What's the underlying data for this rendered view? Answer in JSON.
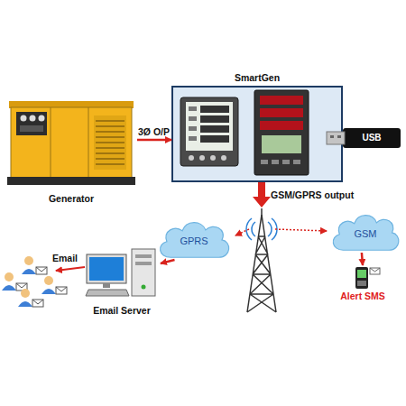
{
  "diagram": {
    "nodes": [
      {
        "text": [
          "Generator"
        ]
      },
      {
        "text": [
          "SmartGen"
        ]
      },
      {
        "text": [
          "USB"
        ]
      },
      {
        "text": [
          "GPRS"
        ]
      },
      {
        "text": [
          "GSM"
        ]
      },
      {
        "text": [
          "Email Server"
        ]
      },
      {
        "text": [
          "Alert SMS"
        ]
      }
    ],
    "edges": [
      {
        "from": 0,
        "to": 1,
        "arrow": "to",
        "label": "3Ø O/P"
      },
      {
        "from": 3,
        "to": 5,
        "arrow": "to"
      },
      {
        "from": 4,
        "to": 6,
        "arrow": "to"
      }
    ],
    "labels": [
      "GSM/GPRS output",
      "Email"
    ]
  }
}
